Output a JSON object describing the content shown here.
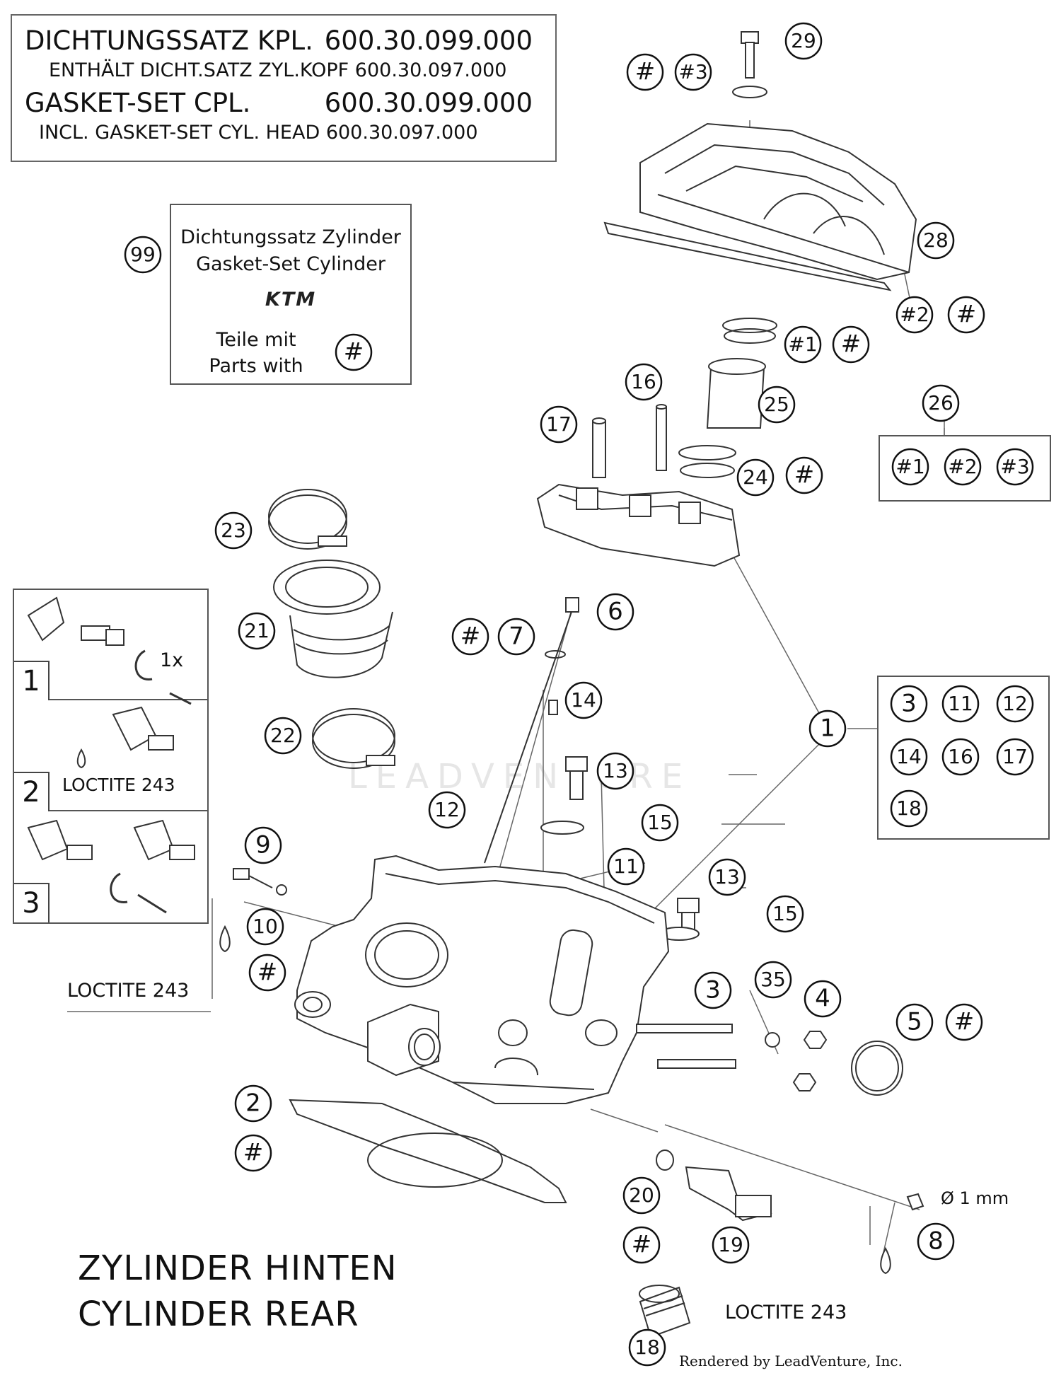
{
  "header": {
    "line1_label": "DICHTUNGSSATZ KPL.",
    "line1_value": "600.30.099.000",
    "line2": "ENTHÄLT DICHT.SATZ ZYL.KOPF 600.30.097.000",
    "line3_label": "GASKET-SET CPL.",
    "line3_value": "600.30.099.000",
    "line4": "INCL. GASKET-SET CYL. HEAD 600.30.097.000"
  },
  "package": {
    "number": "99",
    "text_de": "Dichtungssatz Zylinder",
    "text_en": "Gasket-Set Cylinder",
    "logo": "KTM",
    "parts_de": "Teile mit",
    "parts_en": "Parts with",
    "mark": "#"
  },
  "steps": {
    "s1": "1",
    "s1_note": "1x",
    "s2": "2",
    "s2_note": "LOCTITE 243",
    "s3": "3"
  },
  "group_26": {
    "number": "26",
    "items": [
      "#1",
      "#2",
      "#3"
    ]
  },
  "group_1": {
    "number": "1",
    "items": [
      "3",
      "11",
      "12",
      "14",
      "16",
      "17",
      "18"
    ]
  },
  "labels": {
    "p29": "29",
    "hash_a": "#",
    "h3": "#3",
    "p28": "28",
    "h2": "#2",
    "hash_b": "#",
    "h1": "#1",
    "hash_c": "#",
    "p16": "16",
    "p17": "17",
    "p25": "25",
    "p24": "24",
    "hash_d": "#",
    "p23": "23",
    "p21": "21",
    "p22": "22",
    "p6": "6",
    "hash_e": "#",
    "p7": "7",
    "p14": "14",
    "p13a": "13",
    "p15a": "15",
    "p12": "12",
    "p11": "11",
    "p13b": "13",
    "p15b": "15",
    "p9": "9",
    "p10": "10",
    "hash_f": "#",
    "p3": "3",
    "p35": "35",
    "p4": "4",
    "p5": "5",
    "hash_g": "#",
    "p2": "2",
    "hash_h": "#",
    "p20": "20",
    "hash_i": "#",
    "p19": "19",
    "p8": "8",
    "p18": "18"
  },
  "notes": {
    "loctite_left": "LOCTITE 243",
    "loctite_right": "LOCTITE 243",
    "dia": "Ø 1 mm"
  },
  "title": {
    "de": "ZYLINDER HINTEN",
    "en": "CYLINDER REAR"
  },
  "credit": "Rendered by LeadVenture, Inc.",
  "watermark": "LEADVENTURE"
}
